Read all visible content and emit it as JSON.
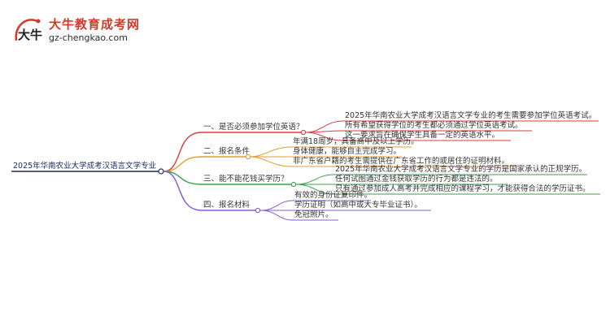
{
  "logo": {
    "title": "大牛教育成考网",
    "url": "gz-chengkao.com",
    "mark_text": "大牛"
  },
  "root": "2025年华南农业大学成考汉语言文学专业",
  "branches": [
    {
      "label": "一、是否必须参加学位英语？",
      "color": "#e23a3a",
      "leaves": [
        "2025年华南农业大学成考汉语言文学专业的考生需要参加学位英语考试。",
        "所有希望获得学位的考生都必须通过学位英语考试。",
        "这一要求旨在确保学生具备一定的英语水平。"
      ]
    },
    {
      "label": "二、报名条件",
      "color": "#e0a02a",
      "leaves": [
        "年满18周岁，具备高中及以上学历。",
        "身体健康，能够自主完成学习。",
        "非广东省户籍的考生需提供在广东省工作的或居住的证明材料。"
      ]
    },
    {
      "label": "三、能不能花钱买学历？",
      "color": "#3aa04a",
      "leaves": [
        "2025年华南农业大学成考汉语言文学专业的学历是国家承认的正规学历。",
        "任何试图通过金钱获取学历的行为都是违法的。",
        "只有通过参加成人高考并完成相应的课程学习，才能获得合法的学历证书。"
      ]
    },
    {
      "label": "四、报名材料",
      "color": "#8a5ad0",
      "leaves": [
        "有效的身份证复印件。",
        "学历证明（如高中或大专毕业证书）。",
        "免冠照片。"
      ]
    }
  ]
}
